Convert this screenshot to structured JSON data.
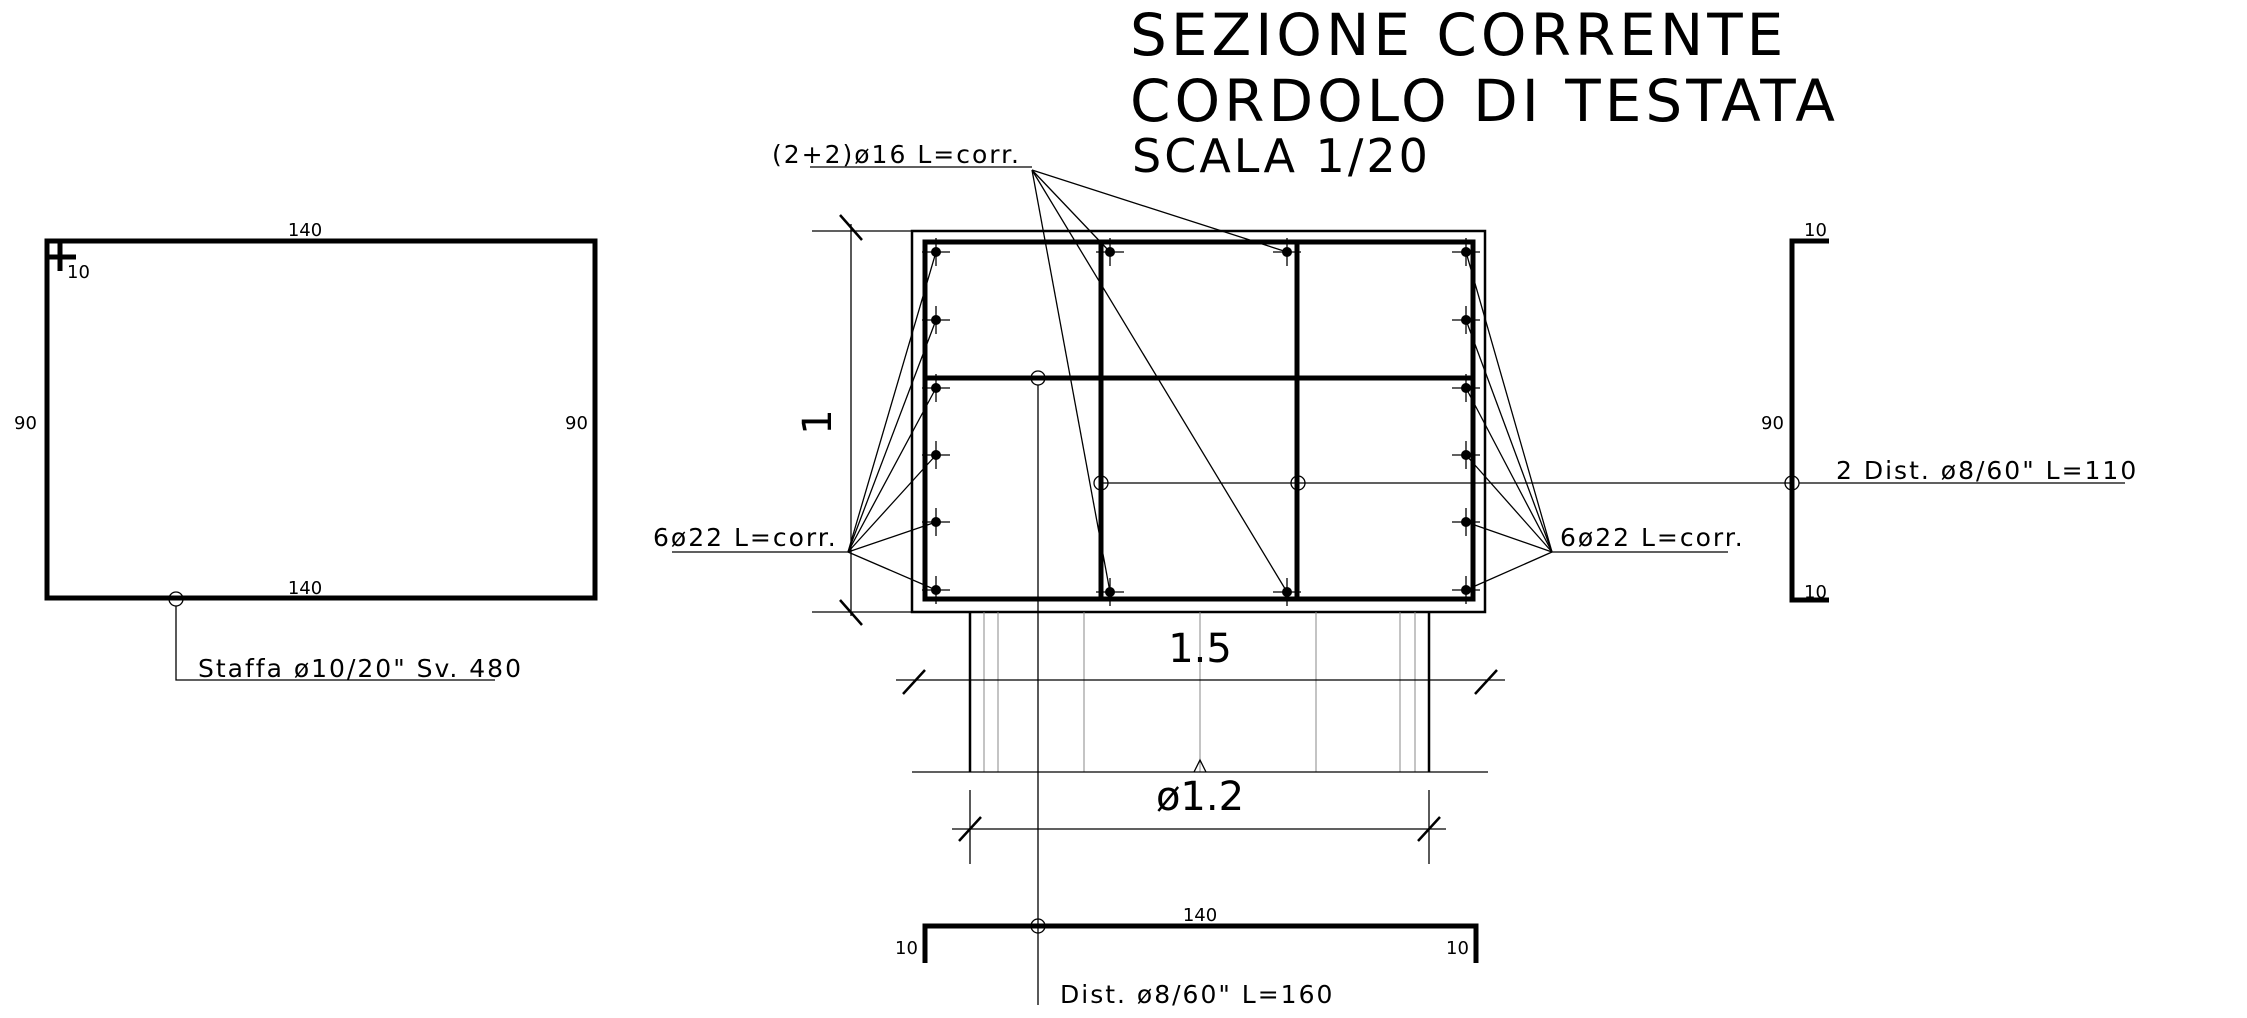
{
  "title": {
    "line1": "SEZIONE CORRENTE",
    "line2": "CORDOLO DI TESTATA",
    "scale": "SCALA 1/20"
  },
  "stirrup": {
    "top": "140",
    "bottom": "140",
    "left": "90",
    "right": "90",
    "hook": "10",
    "label": "Staffa ø10/20\" Sv. 480"
  },
  "section": {
    "top_bars_label": "(2+2)ø16 L=corr.",
    "left_bars_label": "6ø22 L=corr.",
    "right_bars_label": "6ø22 L=corr.",
    "height_dim": "1",
    "width_dim": "1.5",
    "pile_dim": "ø1.2"
  },
  "dist_bar_side": {
    "top": "10",
    "side": "90",
    "bottom": "10",
    "label": "2 Dist. ø8/60\" L=110"
  },
  "dist_bar_bottom": {
    "length": "140",
    "left": "10",
    "right": "10",
    "label": "Dist. ø8/60\" L=160"
  }
}
